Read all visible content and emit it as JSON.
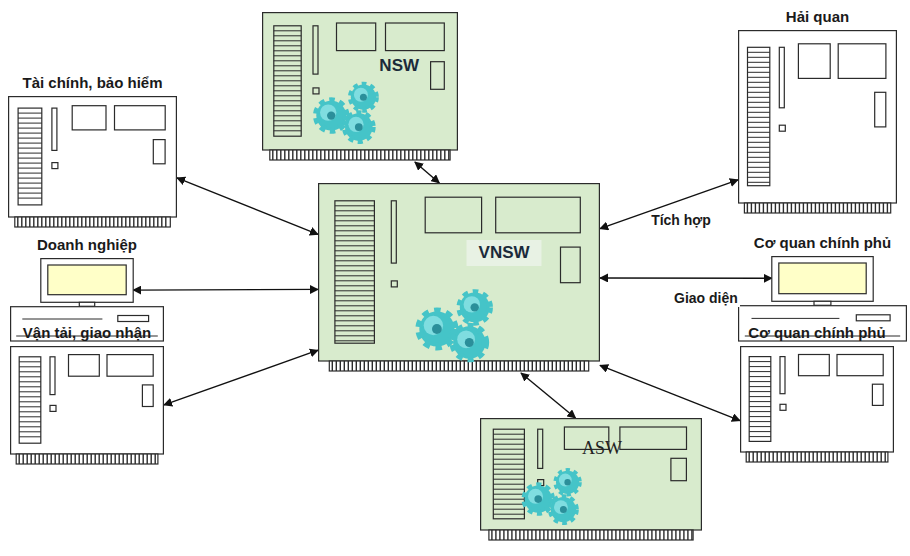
{
  "diagram": {
    "nodes": [
      {
        "text": [
          "NSW"
        ]
      },
      {
        "text": [
          "Tài chính, bảo hiểm"
        ]
      },
      {
        "text": [
          "Hải quan"
        ]
      },
      {
        "text": [
          "VNSW"
        ]
      },
      {
        "text": [
          "Doanh nghiệp"
        ]
      },
      {
        "text": [
          "Cơ quan chính phủ"
        ]
      },
      {
        "text": [
          "Vận tải, giao nhận"
        ]
      },
      {
        "text": [
          "Cơ quan chính phủ"
        ]
      },
      {
        "text": [
          "ASW"
        ]
      }
    ],
    "edges": [
      {
        "from": 0,
        "to": 3,
        "arrow": "both"
      },
      {
        "from": 1,
        "to": 3,
        "arrow": "both"
      },
      {
        "from": 2,
        "to": 3,
        "label": "Tích hợp",
        "arrow": "both"
      },
      {
        "from": 4,
        "to": 3,
        "arrow": "both"
      },
      {
        "from": 5,
        "to": 3,
        "label": "Giao diện",
        "arrow": "both"
      },
      {
        "from": 6,
        "to": 3,
        "arrow": "both"
      },
      {
        "from": 7,
        "to": 3,
        "arrow": "both"
      },
      {
        "from": 8,
        "to": 3,
        "arrow": "both"
      }
    ]
  }
}
